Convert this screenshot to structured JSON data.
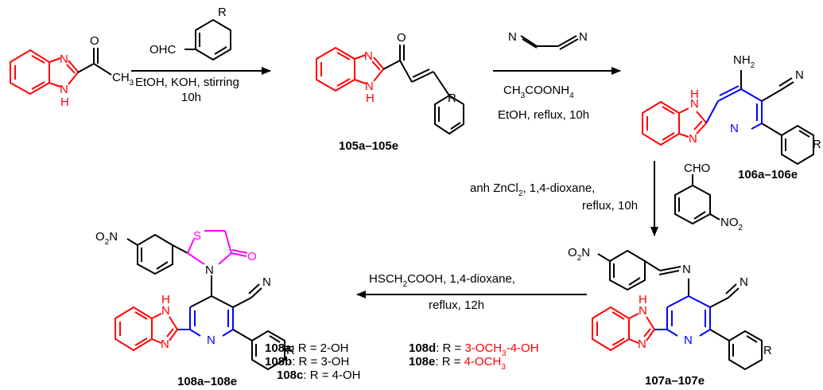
{
  "colors": {
    "black": "#000000",
    "red": "#ff0000",
    "blue": "#0000ff",
    "magenta": "#ff00ff"
  },
  "step1": {
    "reagent": "OHC",
    "r_group": "R",
    "conditions_line1": "EtOH, KOH, stirring",
    "conditions_line2": "10h"
  },
  "start_material": {
    "carbonyl_o": "O",
    "methyl": "CH",
    "methyl_sub": "3"
  },
  "compound_105": {
    "label": "105a–105e",
    "r_group": "R",
    "carbonyl_o": "O"
  },
  "step2": {
    "reagent_n1": "N",
    "reagent_n2": "N",
    "conditions_line1_a": "CH",
    "conditions_line1_sub": "3",
    "conditions_line1_b": "COONH",
    "conditions_line1_sub2": "4",
    "conditions_line2": "EtOH, reflux, 10h"
  },
  "compound_106": {
    "label": "106a–106e",
    "amino": "NH",
    "amino_sub": "2",
    "nitrile_n": "N",
    "r_group": "R"
  },
  "step3": {
    "conditions_line1_a": "anh ZnCl",
    "conditions_line1_sub": "2",
    "conditions_line1_b": ", 1,4-dioxane,",
    "conditions_line2": "reflux, 10h",
    "reagent_cho": "CHO",
    "reagent_no2": "NO",
    "reagent_no2_sub": "2"
  },
  "compound_107": {
    "label": "107a–107e",
    "nitro": "O",
    "nitro_sub": "2",
    "nitro_n": "N",
    "imine_n": "N",
    "nitrile_n": "N",
    "r_group": "R"
  },
  "step4": {
    "conditions_line1_a": "HSCH",
    "conditions_line1_sub": "2",
    "conditions_line1_b": "COOH, 1,4-dioxane,",
    "conditions_line2": "reflux, 12h"
  },
  "compound_108": {
    "label": "108a–108e",
    "nitro": "O",
    "nitro_sub": "2",
    "nitro_n": "N",
    "thiazolidinone_s": "S",
    "thiazolidinone_n": "N",
    "thiazolidinone_o": "O",
    "nitrile_n": "N",
    "r_group": "R"
  },
  "atoms": {
    "n": "N",
    "nh": "N",
    "h": "H"
  },
  "substituents": [
    {
      "id": "108a",
      "text": ": R = 2-OH"
    },
    {
      "id": "108b",
      "text": ": R = 3-OH"
    },
    {
      "id": "108c",
      "text": ": R = 4-OH"
    },
    {
      "id": "108d",
      "text": ": R = 3-OCH3-4-OH"
    },
    {
      "id": "108e",
      "text": ": R = 4-OCH3"
    }
  ],
  "sub_108d": {
    "prefix": ": R = ",
    "a": "3-OCH",
    "sub": "3",
    "b": "-4-OH"
  },
  "sub_108e": {
    "prefix": ": R = ",
    "a": "4-OCH",
    "sub": "3"
  }
}
